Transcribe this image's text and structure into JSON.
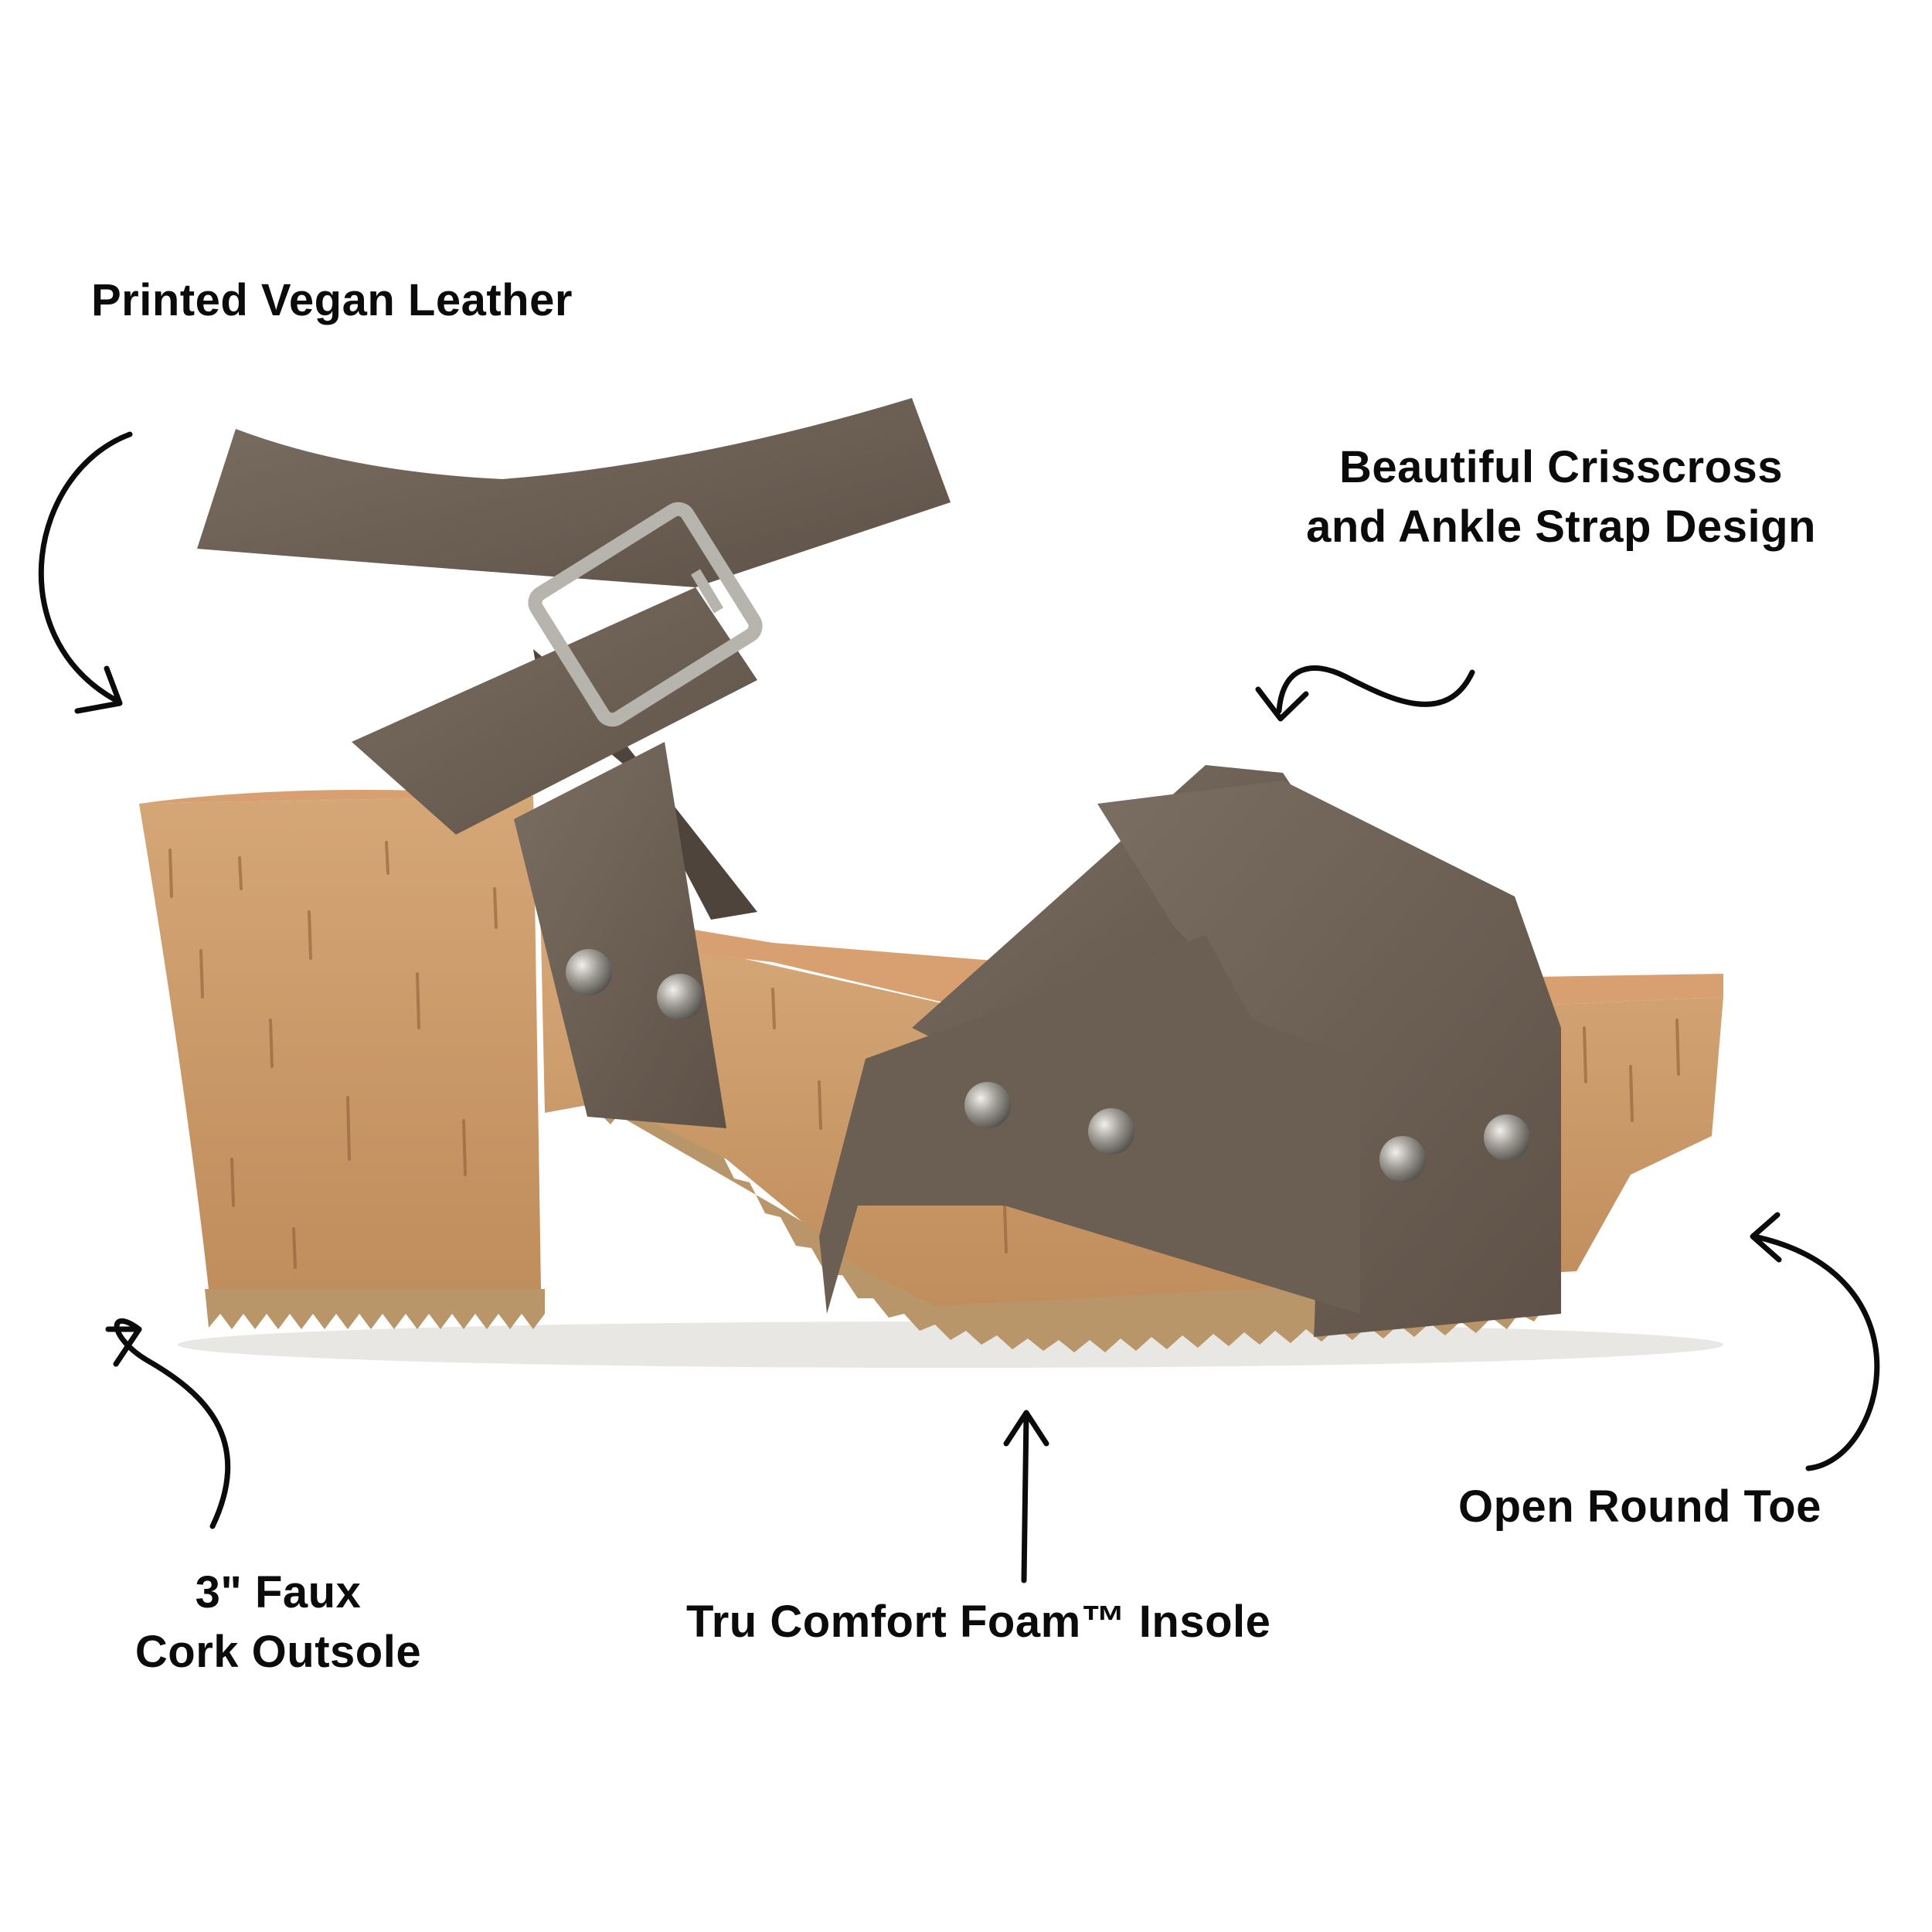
{
  "callouts": {
    "printed_vegan_leather": "Printed Vegan Leather",
    "crisscross_line1": "Beautiful Crisscross",
    "crisscross_line2": "and Ankle Strap Design",
    "faux_cork_line1": "3\" Faux",
    "faux_cork_line2": "Cork Outsole",
    "insole": "Tru Comfort Foam™ Insole",
    "open_toe": "Open Round Toe"
  },
  "colors": {
    "strap": "#6b5e53",
    "strap_shadow": "#4f443b",
    "cork": "#c99a6a",
    "cork_dark": "#a5764a",
    "sole": "#b8966a",
    "metal": "#b7b3ad",
    "ink": "#0b0b0b"
  }
}
